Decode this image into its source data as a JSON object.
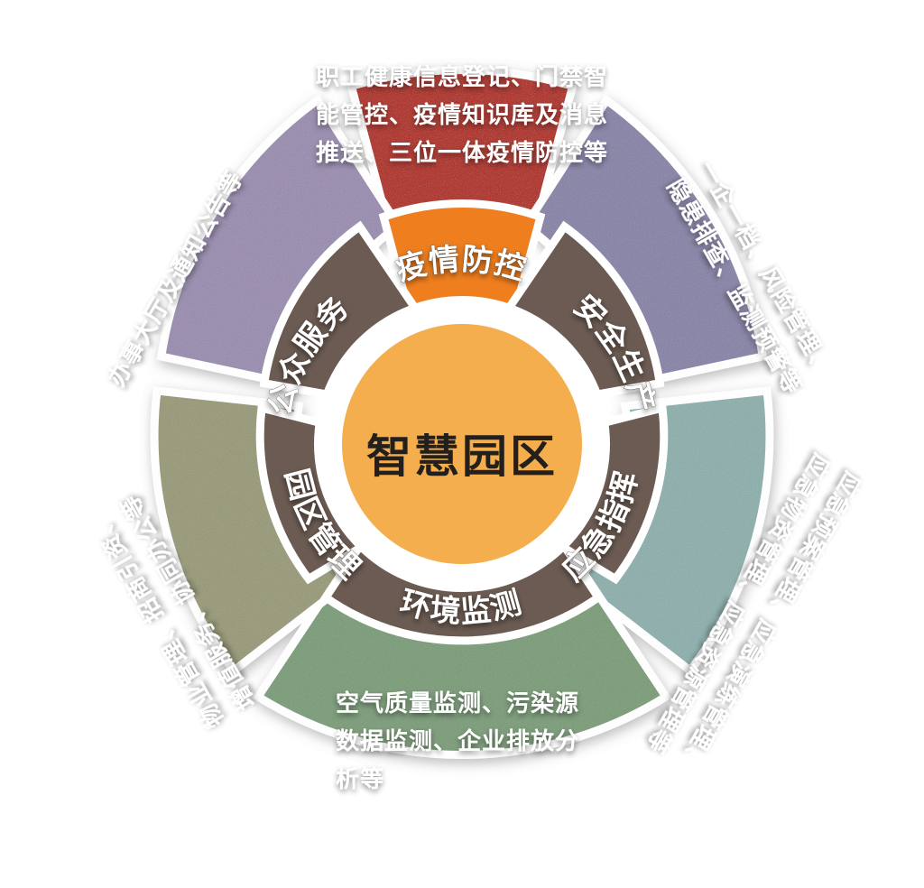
{
  "diagram": {
    "title": "智慧园区",
    "center": {
      "label": "智慧园区",
      "fill": "#F5AE4D",
      "text_color": "#231f1c"
    },
    "inner_ring_color": "#6B5B52",
    "highlight_inner_color": "#EE7E1E",
    "background": "#FFFFFF",
    "segments": [
      {
        "id": "epidemic-prevention",
        "label": "疫情防控",
        "description": "职工健康信息登记、门禁智能管控、疫情知识库及消息推送、三位一体疫情防控等",
        "lines": [
          "职工健康信息登记、门禁智",
          "能管控、疫情知识库及消息",
          "推送、三位一体疫情防控等"
        ],
        "outer_color": "#AF3A33",
        "inner_color": "#EE7E1E",
        "highlighted": true,
        "position": "top"
      },
      {
        "id": "safety-production",
        "label": "安全生产",
        "description": "一企一档、隐患排查、风险管理、监测预警等",
        "lines": [
          "一企一档、风险管理、",
          "隐患排查、监测预警等"
        ],
        "outer_color": "#8A86A8",
        "inner_color": "#6B5B52",
        "highlighted": false,
        "position": "top-right"
      },
      {
        "id": "emergency-command",
        "label": "应急指挥",
        "description": "应急预案管理、应急演练管理、应急物资管理等",
        "lines": [
          "应急预案管理、应急演练管理、",
          "应急物资管理、应急资源管理等"
        ],
        "outer_color": "#8FAFAD",
        "inner_color": "#6B5B52",
        "highlighted": false,
        "position": "bottom-right"
      },
      {
        "id": "environment-monitoring",
        "label": "环境监测",
        "description": "空气质量监测、污染源数据监测、企业排放分析等",
        "lines": [
          "空气质量监测、污染源",
          "数据监测、企业排放分",
          "析等"
        ],
        "outer_color": "#7E9E7C",
        "inner_color": "#6B5B52",
        "highlighted": false,
        "position": "bottom"
      },
      {
        "id": "park-management",
        "label": "园区管理",
        "description": "物业管理、增值服务、招商引资、协同办公等",
        "lines": [
          "物业管理、招商引资、",
          "增值服务、协同办公等"
        ],
        "outer_color": "#9A9B7C",
        "inner_color": "#6B5B52",
        "highlighted": false,
        "position": "bottom-left"
      },
      {
        "id": "public-service",
        "label": "公众服务",
        "description": "办事大厅及通知公告等",
        "lines": [
          "办事大厅及通知公告等"
        ],
        "outer_color": "#9B8FB0",
        "inner_color": "#6B5B52",
        "highlighted": false,
        "position": "top-left"
      }
    ]
  }
}
